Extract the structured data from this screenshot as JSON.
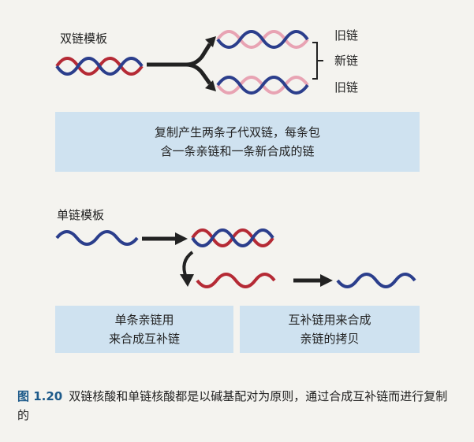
{
  "top": {
    "template_label": "双链模板",
    "old_strand_top": "旧链",
    "new_strand": "新链",
    "old_strand_bottom": "旧链",
    "caption_line1": "复制产生两条子代双链，每条包",
    "caption_line2": "含一条亲链和一条新合成的链"
  },
  "bottom": {
    "template_label": "单链模板",
    "box_left_line1": "单条亲链用",
    "box_left_line2": "来合成互补链",
    "box_right_line1": "互补链用来合成",
    "box_right_line2": "亲链的拷贝"
  },
  "figure": {
    "number": "图 1.20",
    "text": "双链核酸和单链核酸都是以碱基配对为原则，通过合成互补链而进行复制的"
  },
  "colors": {
    "old_strand": "#2b3e8c",
    "new_strand": "#b52a35",
    "new_light": "#e8a3b3",
    "box": "#cfe2f0"
  }
}
